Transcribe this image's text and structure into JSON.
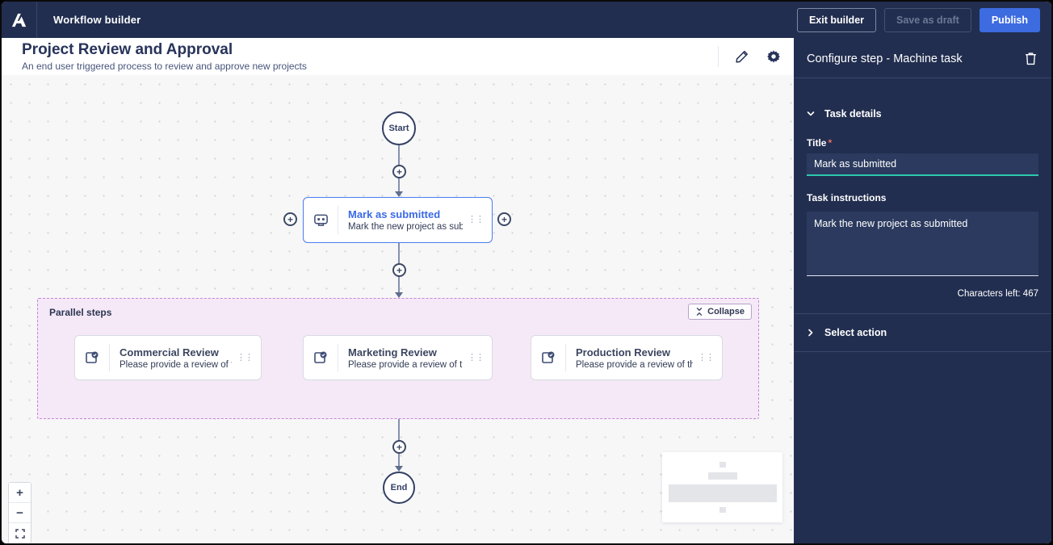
{
  "topbar": {
    "app_title": "Workflow builder",
    "exit_label": "Exit builder",
    "save_draft_label": "Save as draft",
    "publish_label": "Publish"
  },
  "canvas": {
    "title": "Project Review and Approval",
    "subtitle": "An end user triggered process to review and approve new projects",
    "start_label": "Start",
    "end_label": "End",
    "selected_step": {
      "title": "Mark as submitted",
      "description": "Mark the new project as submitted"
    },
    "parallel": {
      "label": "Parallel steps",
      "collapse_label": "Collapse",
      "cards": [
        {
          "title": "Commercial Review",
          "description": "Please provide a review of the comm..."
        },
        {
          "title": "Marketing Review",
          "description": "Please provide a review of the market..."
        },
        {
          "title": "Production Review",
          "description": "Please provide a review of the produ..."
        }
      ]
    }
  },
  "sidebar": {
    "header": "Configure step - Machine task",
    "sections": {
      "task_details": "Task details",
      "select_action": "Select action"
    },
    "title_field": {
      "label": "Title",
      "required_marker": "*",
      "value": "Mark as submitted"
    },
    "instructions_field": {
      "label": "Task instructions",
      "value": "Mark the new project as submitted"
    },
    "characters_left": "Characters left: 467"
  },
  "icons": {
    "plus": "+",
    "drag_handle": "⋮⋮",
    "zoom_in": "+",
    "zoom_out": "−"
  },
  "colors": {
    "navy": "#222e50",
    "publish_blue": "#3d6be0",
    "selected_blue": "#4a7cf0",
    "accent_teal": "#2cc9ac",
    "parallel_bg": "#f5e9f7",
    "parallel_border": "#c684d6",
    "required_red": "#e8705f"
  }
}
